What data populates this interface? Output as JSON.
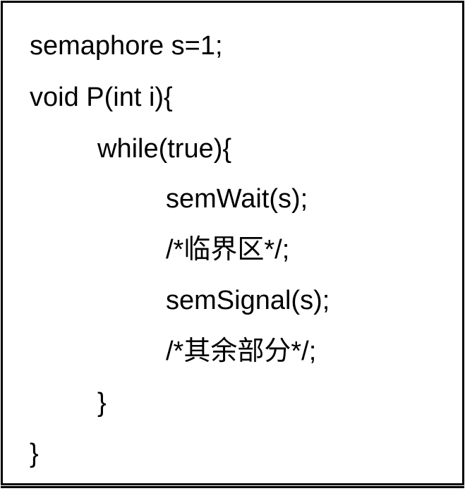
{
  "code": {
    "lines": [
      "semaphore s=1;",
      "void P(int i){",
      "while(true){",
      "semWait(s);",
      "/*临界区*/;",
      "semSignal(s);",
      "/*其余部分*/;",
      "}",
      "}"
    ]
  }
}
